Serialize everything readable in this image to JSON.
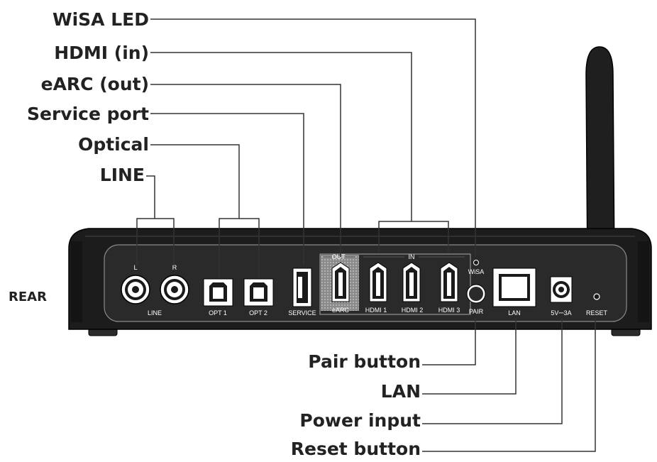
{
  "callouts_top": {
    "wisa_led": "WiSA LED",
    "hdmi_in": "HDMI (in)",
    "earc_out": "eARC (out)",
    "service_port": "Service port",
    "optical": "Optical",
    "line": "LINE"
  },
  "callouts_bottom": {
    "pair_button": "Pair button",
    "lan": "LAN",
    "power_input": "Power input",
    "reset_button": "Reset button"
  },
  "side_label": "REAR",
  "panel_labels": {
    "line_l": "L",
    "line_r": "R",
    "line": "LINE",
    "opt1": "OPT 1",
    "opt2": "OPT 2",
    "service": "SERVICE",
    "out": "OUT",
    "in": "IN",
    "earc": "eARC",
    "hdmi1": "HDMI 1",
    "hdmi2": "HDMI 2",
    "hdmi3": "HDMI 3",
    "wisa": "WiSA",
    "pair": "PAIR",
    "lan": "LAN",
    "power": "5V⎓3A",
    "reset": "RESET"
  },
  "colors": {
    "device_body": "#1c1c1c",
    "panel": "#2a2a2a",
    "text": "#222222",
    "leader": "#333333"
  }
}
